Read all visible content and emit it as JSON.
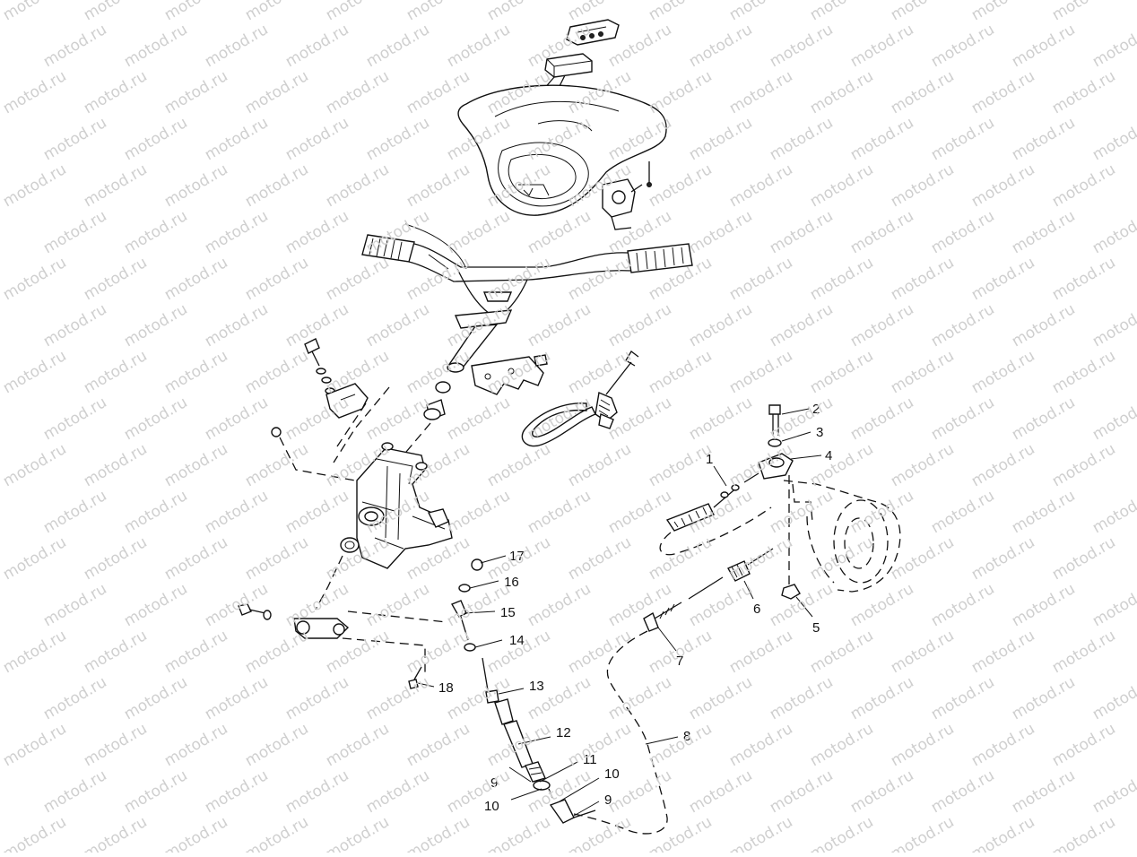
{
  "watermark": {
    "text": "motod.ru"
  },
  "callouts": [
    "1",
    "2",
    "3",
    "4",
    "5",
    "6",
    "7",
    "8",
    "9",
    "10",
    "11",
    "12",
    "13",
    "14",
    "15",
    "16",
    "17",
    "18",
    "9",
    "10"
  ]
}
